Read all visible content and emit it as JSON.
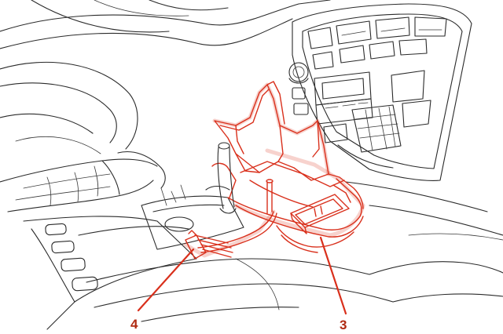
{
  "colors": {
    "highlight": "#d9301c",
    "line": "#2a2a2a",
    "callout_text": "#b02a12",
    "background": "#ffffff"
  },
  "callouts": [
    {
      "id": "4",
      "label": "4"
    },
    {
      "id": "3",
      "label": "3"
    }
  ]
}
